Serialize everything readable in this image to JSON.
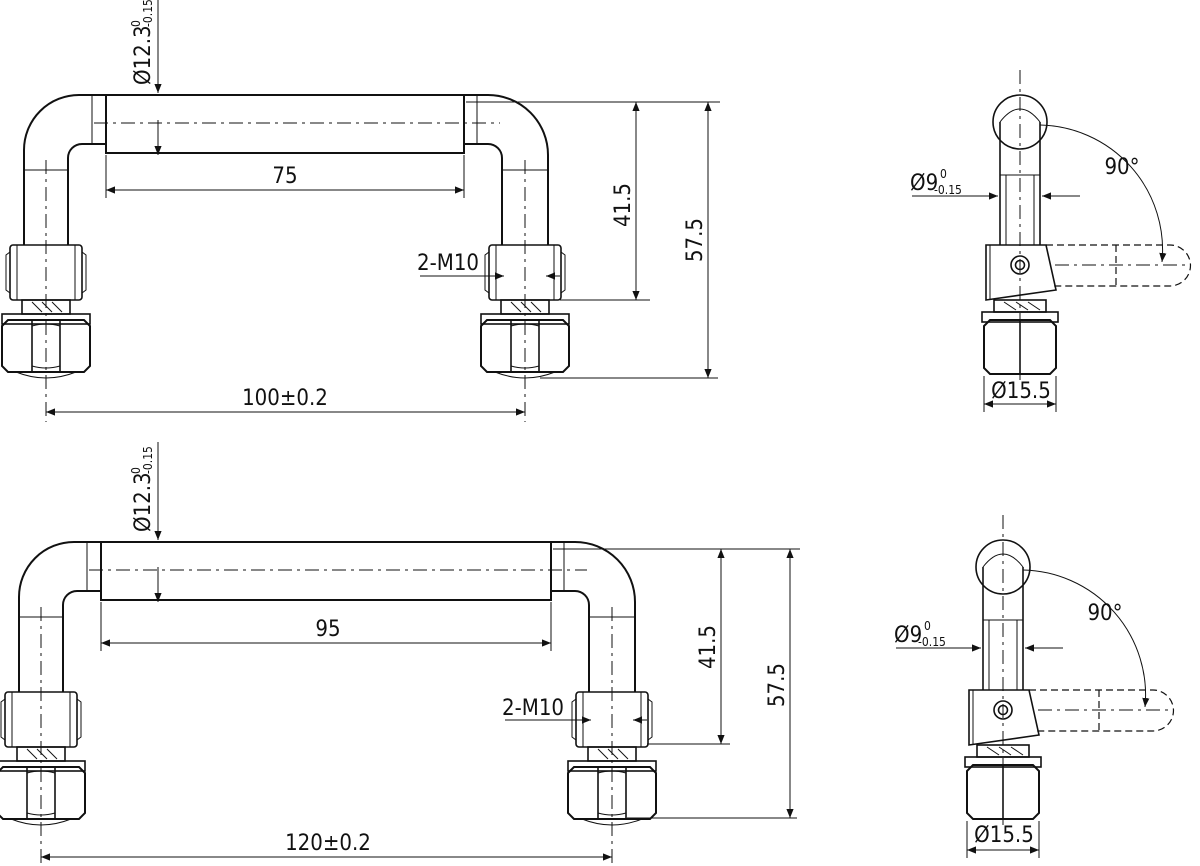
{
  "handle_top": {
    "length_label": "75",
    "span_label": "100±0.2",
    "diameter_label": "Ø12.3",
    "diameter_tol_upper": "0",
    "diameter_tol_lower": "-0.15",
    "height_inner_label": "41.5",
    "height_total_label": "57.5",
    "thread_label": "2-M10"
  },
  "handle_bottom": {
    "length_label": "95",
    "span_label": "120±0.2",
    "diameter_label": "Ø12.3",
    "diameter_tol_upper": "0",
    "diameter_tol_lower": "-0.15",
    "height_inner_label": "41.5",
    "height_total_label": "57.5",
    "thread_label": "2-M10"
  },
  "side_top": {
    "angle_label": "90°",
    "pin_diameter_label": "Ø9",
    "pin_tol_upper": "0",
    "pin_tol_lower": "-0.15",
    "base_diameter_label": "Ø15.5"
  },
  "side_bottom": {
    "angle_label": "90°",
    "pin_diameter_label": "Ø9",
    "pin_tol_upper": "0",
    "pin_tol_lower": "-0.15",
    "base_diameter_label": "Ø15.5"
  },
  "colors": {
    "line": "#111111",
    "background": "#ffffff"
  }
}
